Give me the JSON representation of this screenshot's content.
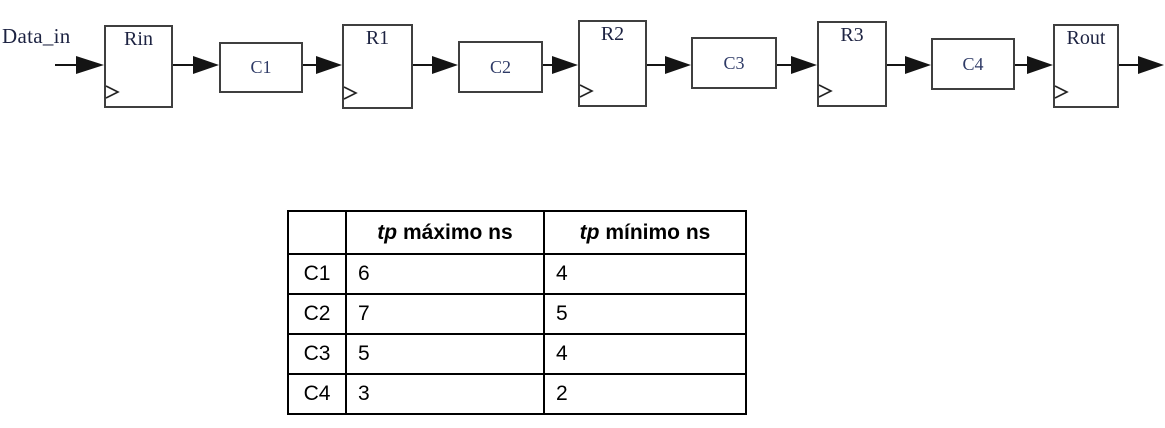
{
  "diagram": {
    "input_label": "Data_in",
    "register_labels": [
      "Rin",
      "R1",
      "R2",
      "R3",
      "Rout"
    ],
    "block_labels": [
      "C1",
      "C2",
      "C3",
      "C4"
    ],
    "colors": {
      "box_border": "#3f3f3f",
      "label_text": "#1d2342",
      "arrow": "#141414"
    }
  },
  "table": {
    "corner": "",
    "columns": [
      {
        "tp": "tp",
        "rest": "máximo ns"
      },
      {
        "tp": "tp",
        "rest": "mínimo ns"
      }
    ],
    "rows": [
      {
        "label": "C1",
        "max": "6",
        "min": "4"
      },
      {
        "label": "C2",
        "max": "7",
        "min": "5"
      },
      {
        "label": "C3",
        "max": "5",
        "min": "4"
      },
      {
        "label": "C4",
        "max": "3",
        "min": "2"
      }
    ],
    "colors": {
      "border": "#000000",
      "text": "#000000"
    }
  }
}
